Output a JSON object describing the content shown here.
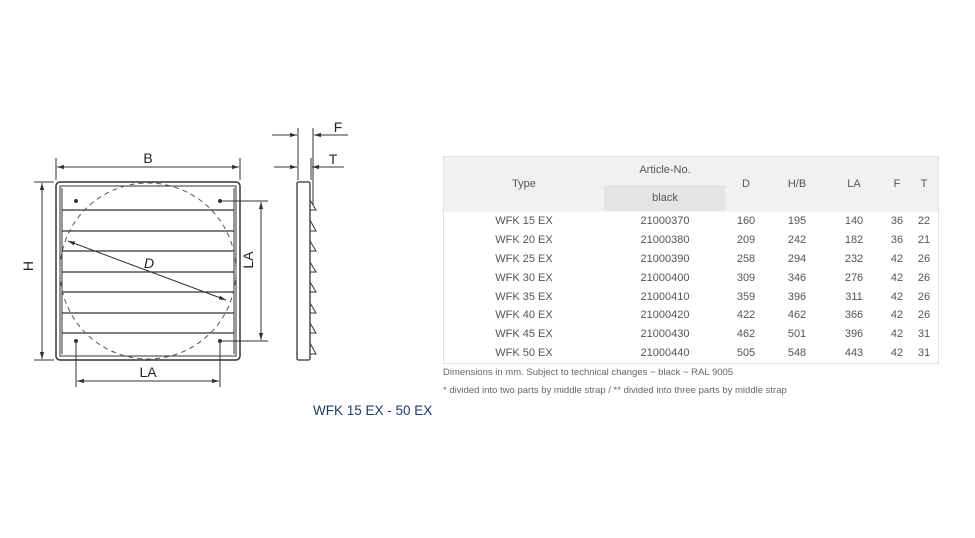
{
  "drawing": {
    "labels": {
      "B": "B",
      "H": "H",
      "D": "D",
      "LA_right": "LA",
      "LA_bottom": "LA",
      "F": "F",
      "T": "T"
    },
    "caption": "WFK 15 EX - 50 EX"
  },
  "table": {
    "headers": {
      "type": "Type",
      "article": "Article-No.",
      "article_sub": "black",
      "D": "D",
      "HB": "H/B",
      "LA": "LA",
      "F": "F",
      "T": "T"
    },
    "rows": [
      [
        "WFK 15 EX",
        "21000370",
        "160",
        "195",
        "140",
        "36",
        "22"
      ],
      [
        "WFK 20 EX",
        "21000380",
        "209",
        "242",
        "182",
        "36",
        "21"
      ],
      [
        "WFK 25 EX",
        "21000390",
        "258",
        "294",
        "232",
        "42",
        "26"
      ],
      [
        "WFK 30 EX",
        "21000400",
        "309",
        "346",
        "276",
        "42",
        "26"
      ],
      [
        "WFK 35 EX",
        "21000410",
        "359",
        "396",
        "311",
        "42",
        "26"
      ],
      [
        "WFK 40 EX",
        "21000420",
        "422",
        "462",
        "366",
        "42",
        "26"
      ],
      [
        "WFK 45 EX",
        "21000430",
        "462",
        "501",
        "396",
        "42",
        "31"
      ],
      [
        "WFK 50 EX",
        "21000440",
        "505",
        "548",
        "443",
        "42",
        "31"
      ]
    ]
  },
  "notes": [
    "Dimensions in mm. Subject to technical changes ~ black ~ RAL 9005",
    "* divided into two parts by middle strap / ** divided into three parts by middle strap"
  ]
}
